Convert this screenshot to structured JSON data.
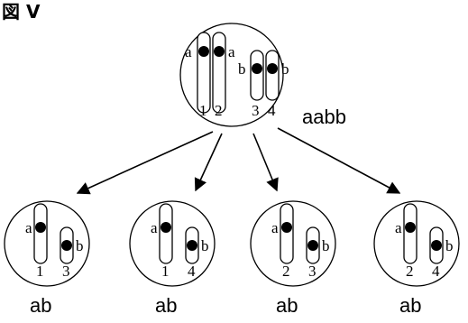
{
  "figure_label": "図 V",
  "parent_cell": {
    "genotype": "aabb",
    "chromosomes": [
      {
        "number": "1",
        "allele": "a"
      },
      {
        "number": "2",
        "allele": "a"
      },
      {
        "number": "3",
        "allele": "b"
      },
      {
        "number": "4",
        "allele": "b"
      }
    ]
  },
  "daughter_cells": [
    {
      "genotype": "ab",
      "numbers": [
        "1",
        "3"
      ],
      "alleles": [
        "a",
        "b"
      ]
    },
    {
      "genotype": "ab",
      "numbers": [
        "1",
        "4"
      ],
      "alleles": [
        "a",
        "b"
      ]
    },
    {
      "genotype": "ab",
      "numbers": [
        "2",
        "3"
      ],
      "alleles": [
        "a",
        "b"
      ]
    },
    {
      "genotype": "ab",
      "numbers": [
        "2",
        "4"
      ],
      "alleles": [
        "a",
        "b"
      ]
    }
  ]
}
